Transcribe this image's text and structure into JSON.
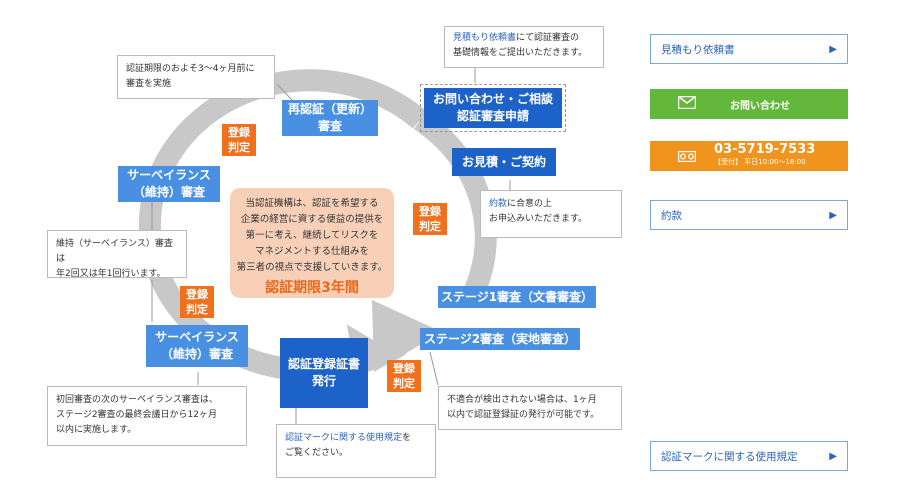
{
  "diagram": {
    "recert": [
      "再認証（更新）",
      "審査"
    ],
    "inquiry": [
      "お問い合わせ・ご相談",
      "認証審査申請"
    ],
    "estimate": "お見積・ご契約",
    "surv_top": [
      "サーベイランス",
      "（維持）審査"
    ],
    "surv_bottom": [
      "サーベイランス",
      "（維持）審査"
    ],
    "cert_issue": [
      "認証登録証書",
      "発行"
    ],
    "stage1": "ステージ1審査（文書審査）",
    "stage2": "ステージ2審査（実地審査）",
    "judge": [
      "登録",
      "判定"
    ],
    "center": {
      "lines": [
        "当認証機構は、認証を希望する",
        "企業の経営に資する便益の提供を",
        "第一に考え、継続してリスクを",
        "マネジメントする仕組みを",
        "第三者の視点で支援していきます。"
      ],
      "period": "認証期限3年間"
    },
    "notes": {
      "recert": [
        "認証期限のおよそ3〜4ヶ月前に",
        "審査を実施"
      ],
      "request_link": "見積もり依頼書",
      "request_rest": "にて認証審査の",
      "request_line2": "基礎情報をご提出いただきます。",
      "terms_link": "約款",
      "terms_rest": "に合意の上",
      "terms_line2": "お申込みいただきます。",
      "surv_freq": [
        "維持（サーベイランス）審査は",
        "年2回又は年1回行います。"
      ],
      "first_surv": [
        "初回審査の次のサーベイランス審査は、",
        "ステージ2審査の最終会議日から12ヶ月",
        "以内に実施します。"
      ],
      "mark_link": "認証マークに関する使用規定",
      "mark_rest": "を",
      "mark_line2": "ご覧ください。",
      "nonconf": [
        "不適合が検出されない場合は、1ヶ月",
        "以内で認証登録証の発行が可能です。"
      ]
    }
  },
  "sidebar": {
    "estimate_btn": "見積もり依頼書",
    "contact_btn": "お問い合わせ",
    "phone": "03-5719-7533",
    "phone_hours": "【受付】 平日10:00〜18:00",
    "terms_btn": "約款",
    "mark_btn": "認証マークに関する使用規定"
  },
  "icons": {
    "arrow": "triangle-right-icon",
    "mail": "envelope-icon",
    "phone": "telephone-icon"
  },
  "colors": {
    "blue": "#4a90e2",
    "dark_blue": "#1d62c9",
    "orange": "#f0701d",
    "ring": "#c8c8c8",
    "center": "#f8d0b8",
    "green": "#63b83c",
    "phone": "#f0941d"
  }
}
